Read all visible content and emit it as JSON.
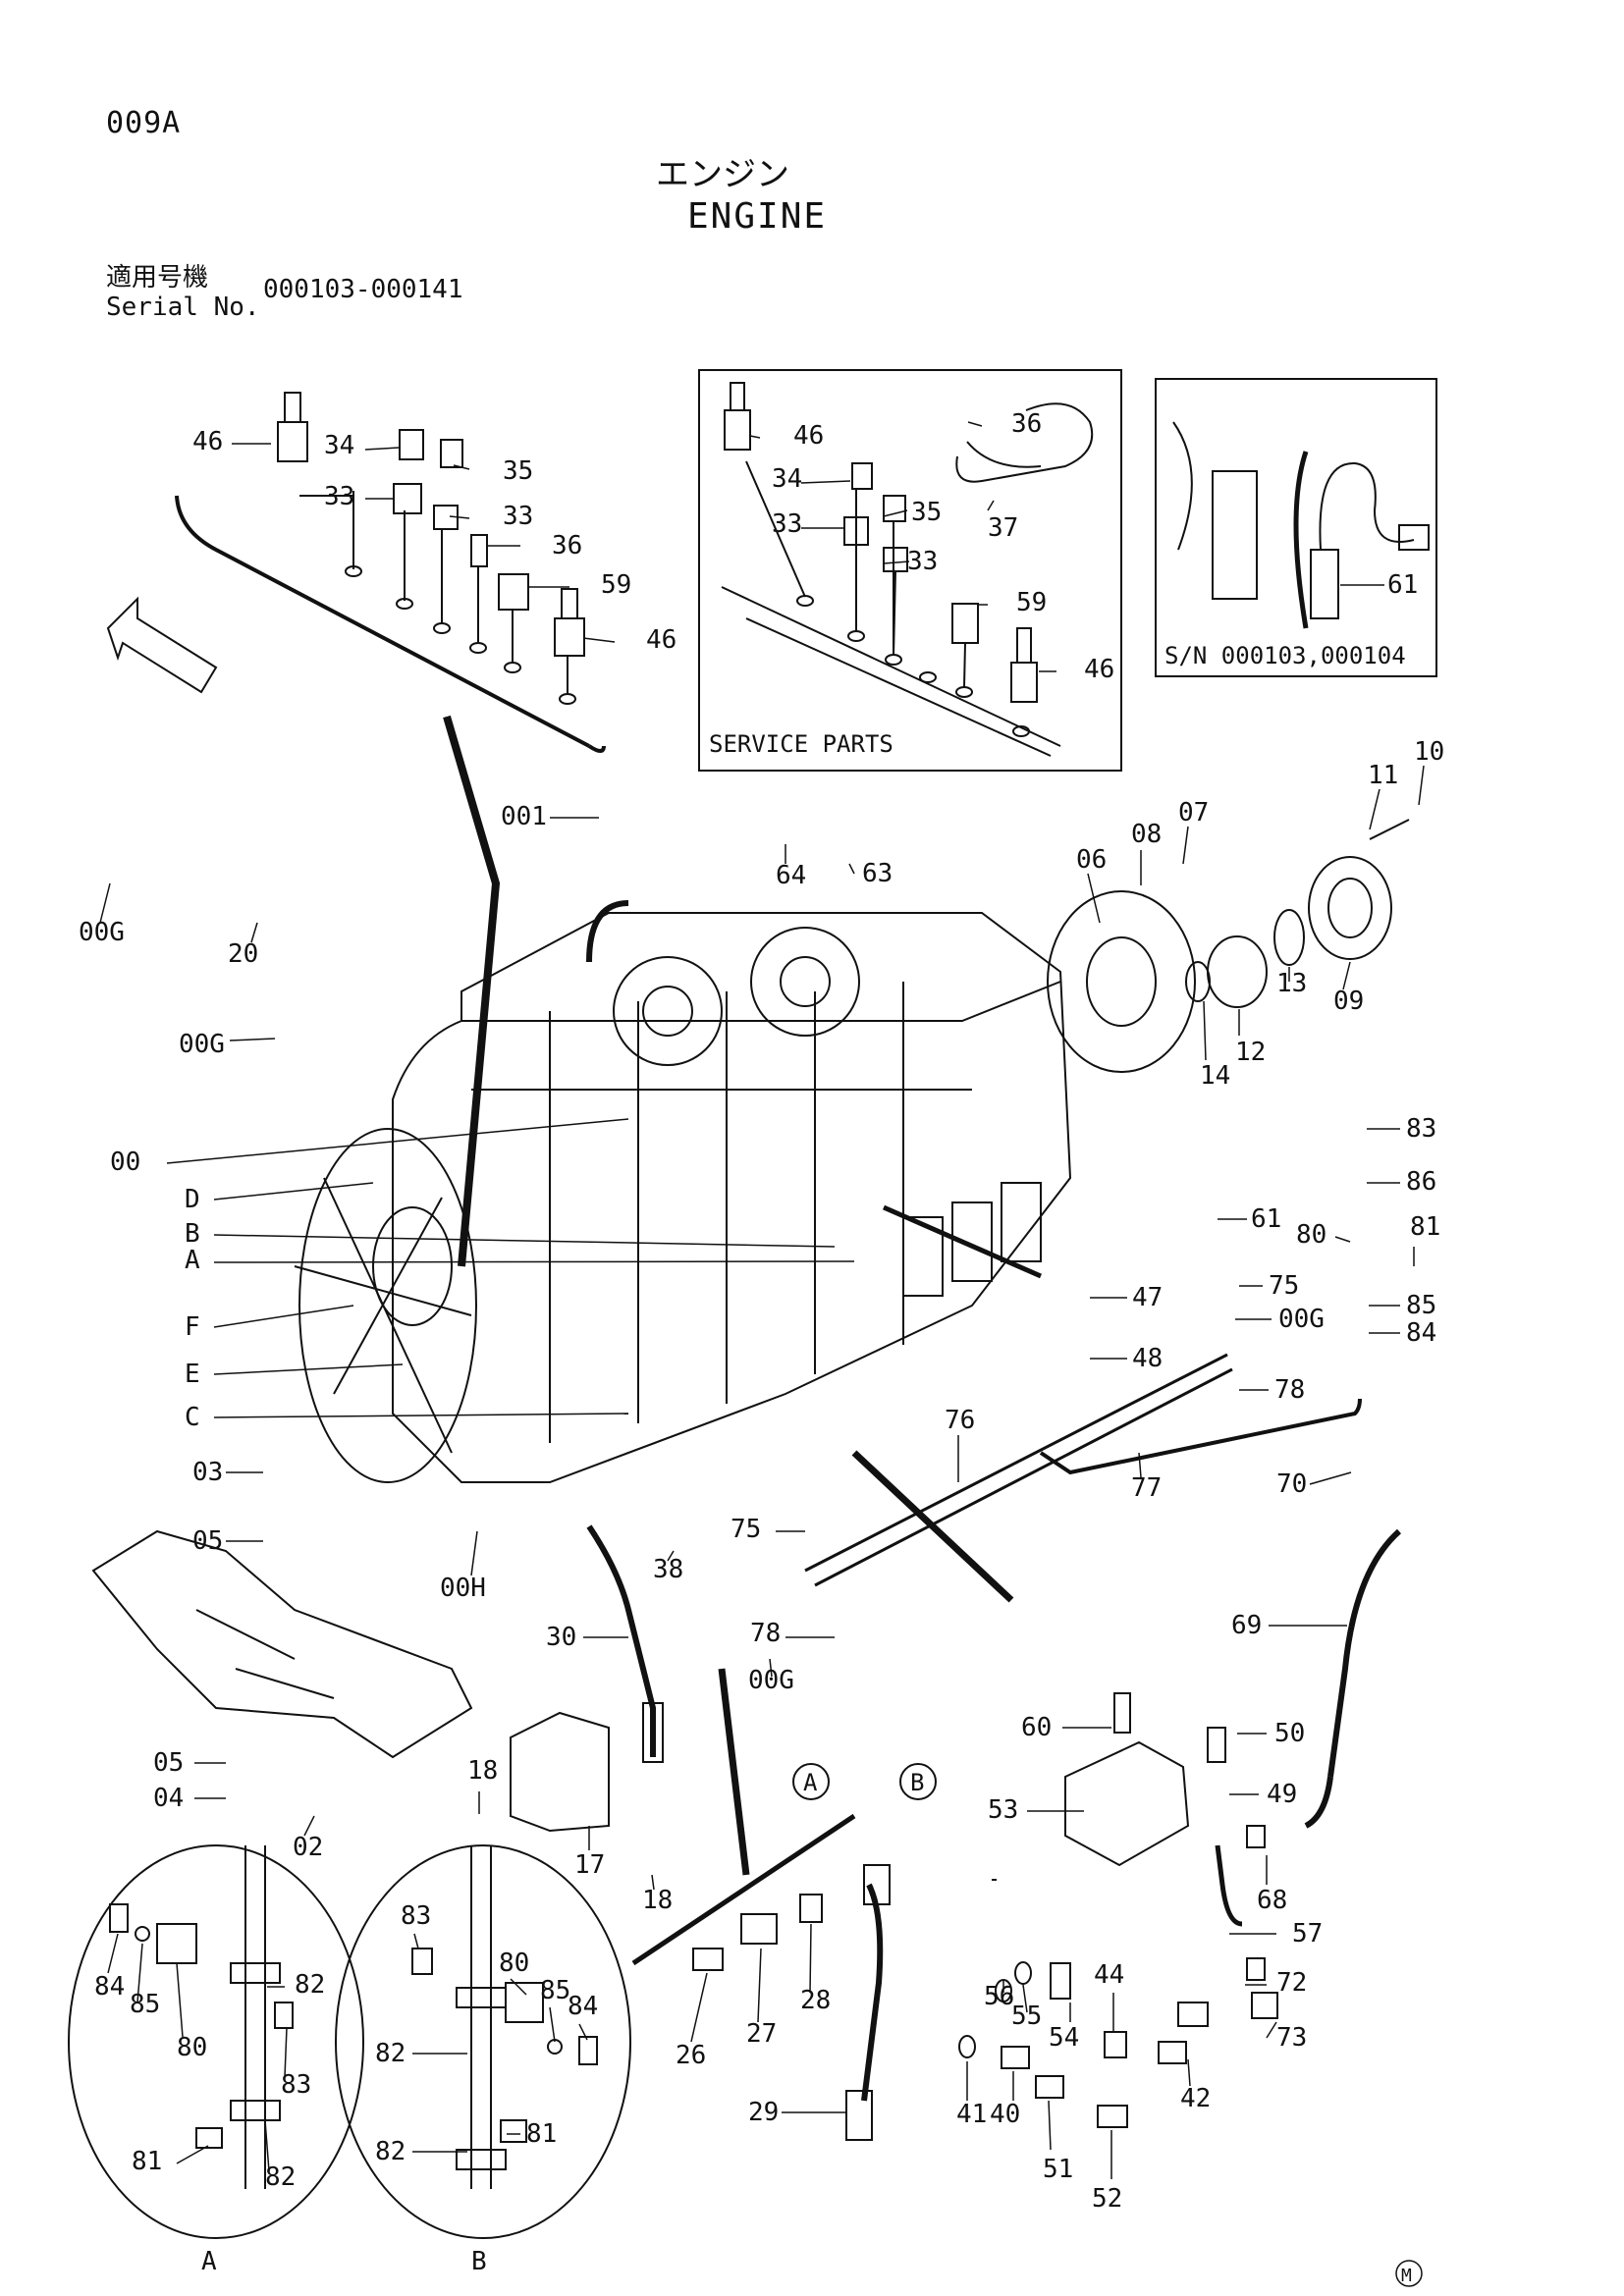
{
  "header": {
    "page_code": "009A",
    "title_jp": "エンジン",
    "title_en": "ENGINE",
    "serial_label_jp": "適用号機",
    "serial_label_en": "Serial No.",
    "serial_range": "000103-000141"
  },
  "insets": {
    "service_parts_label": "SERVICE PARTS",
    "sn_note": "S/N 000103,000104"
  },
  "detail_views": {
    "a": "A",
    "b": "B"
  },
  "flags": {
    "a": "A",
    "b": "B"
  },
  "corner_mark": "M",
  "labels": [
    "46",
    "34",
    "35",
    "33",
    "33",
    "36",
    "59",
    "46",
    "46",
    "36",
    "34",
    "35",
    "33",
    "37",
    "33",
    "59",
    "46",
    "61",
    "10",
    "11",
    "07",
    "08",
    "06",
    "09",
    "13",
    "12",
    "14",
    "001",
    "64",
    "63",
    "00G",
    "20",
    "00G",
    "00",
    "D",
    "B",
    "A",
    "F",
    "E",
    "C",
    "83",
    "86",
    "81",
    "80",
    "61",
    "75",
    "00G",
    "85",
    "84",
    "47",
    "48",
    "78",
    "76",
    "77",
    "70",
    "69",
    "03",
    "05",
    "00H",
    "38",
    "75",
    "30",
    "78",
    "00G",
    "05",
    "04",
    "02",
    "18",
    "17",
    "18",
    "60",
    "50",
    "49",
    "53",
    "68",
    "57",
    "72",
    "73",
    "56",
    "55",
    "54",
    "44",
    "42",
    "41",
    "40",
    "51",
    "52",
    "26",
    "27",
    "28",
    "29",
    "84",
    "85",
    "82",
    "80",
    "83",
    "81",
    "82",
    "83",
    "80",
    "85",
    "84",
    "82",
    "82",
    "81"
  ]
}
